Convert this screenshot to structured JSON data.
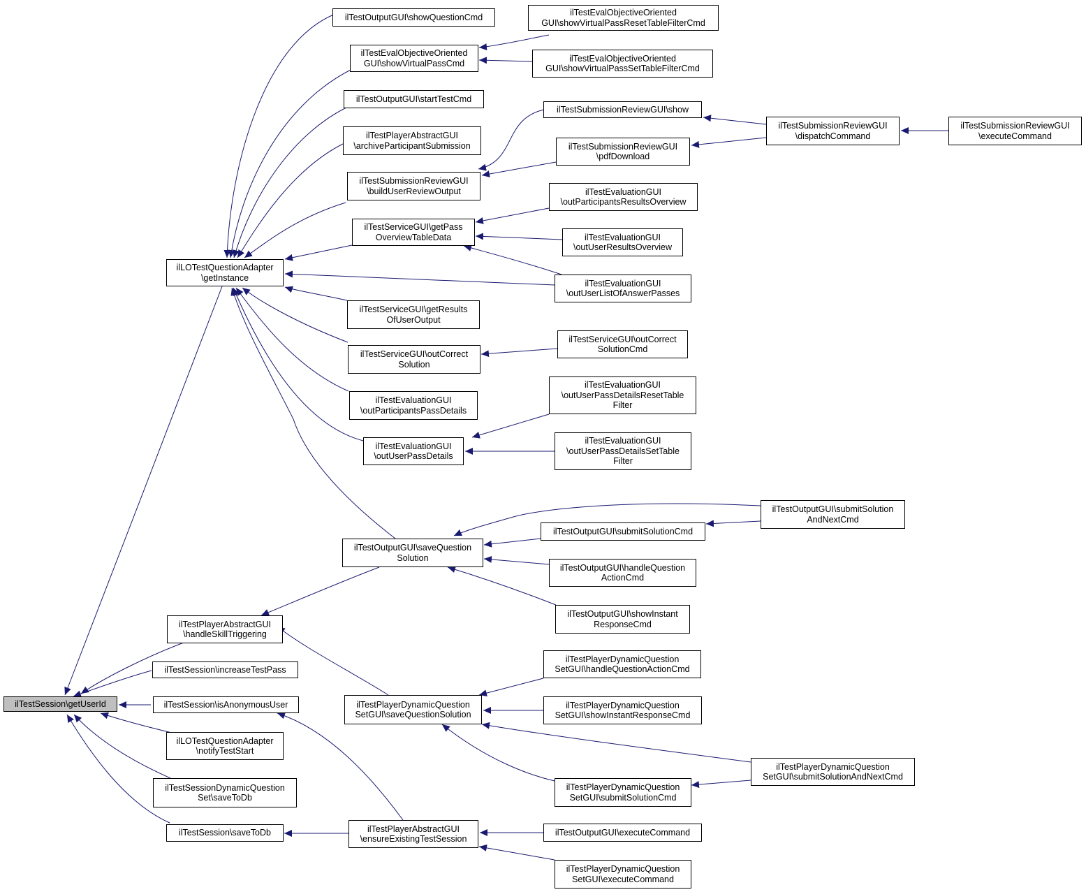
{
  "graph": {
    "focus_node": "ilTestSession\\getUserId",
    "edge_color": "#191970",
    "focus_fill": "#bfbfbf",
    "nodes": [
      {
        "id": "getUserId",
        "lines": [
          "ilTestSession\\getUserId"
        ]
      },
      {
        "id": "getInstance",
        "lines": [
          "ilLOTestQuestionAdapter",
          "\\getInstance"
        ]
      },
      {
        "id": "handleSkillTriggering",
        "lines": [
          "ilTestPlayerAbstractGUI",
          "\\handleSkillTriggering"
        ]
      },
      {
        "id": "increaseTestPass",
        "lines": [
          "ilTestSession\\increaseTestPass"
        ]
      },
      {
        "id": "isAnonymousUser",
        "lines": [
          "ilTestSession\\isAnonymousUser"
        ]
      },
      {
        "id": "notifyTestStart",
        "lines": [
          "ilLOTestQuestionAdapter",
          "\\notifyTestStart"
        ]
      },
      {
        "id": "dynSaveToDb",
        "lines": [
          "ilTestSessionDynamicQuestion",
          "Set\\saveToDb"
        ]
      },
      {
        "id": "saveToDb",
        "lines": [
          "ilTestSession\\saveToDb"
        ]
      },
      {
        "id": "showQuestionCmd",
        "lines": [
          "ilTestOutputGUI\\showQuestionCmd"
        ]
      },
      {
        "id": "showVirtualPassCmd",
        "lines": [
          "ilTestEvalObjectiveOriented",
          "GUI\\showVirtualPassCmd"
        ]
      },
      {
        "id": "startTestCmd",
        "lines": [
          "ilTestOutputGUI\\startTestCmd"
        ]
      },
      {
        "id": "archiveParticipantSubmission",
        "lines": [
          "ilTestPlayerAbstractGUI",
          "\\archiveParticipantSubmission"
        ]
      },
      {
        "id": "buildUserReviewOutput",
        "lines": [
          "ilTestSubmissionReviewGUI",
          "\\buildUserReviewOutput"
        ]
      },
      {
        "id": "getPassOverviewTableData",
        "lines": [
          "ilTestServiceGUI\\getPass",
          "OverviewTableData"
        ]
      },
      {
        "id": "getResultsOfUserOutput",
        "lines": [
          "ilTestServiceGUI\\getResults",
          "OfUserOutput"
        ]
      },
      {
        "id": "outCorrectSolution",
        "lines": [
          "ilTestServiceGUI\\outCorrect",
          "Solution"
        ]
      },
      {
        "id": "outParticipantsPassDetails",
        "lines": [
          "ilTestEvaluationGUI",
          "\\outParticipantsPassDetails"
        ]
      },
      {
        "id": "outUserPassDetails",
        "lines": [
          "ilTestEvaluationGUI",
          "\\outUserPassDetails"
        ]
      },
      {
        "id": "saveQuestionSolution",
        "lines": [
          "ilTestOutputGUI\\saveQuestion",
          "Solution"
        ]
      },
      {
        "id": "dynSaveQuestionSolution",
        "lines": [
          "ilTestPlayerDynamicQuestion",
          "SetGUI\\saveQuestionSolution"
        ]
      },
      {
        "id": "ensureExistingTestSession",
        "lines": [
          "ilTestPlayerAbstractGUI",
          "\\ensureExistingTestSession"
        ]
      },
      {
        "id": "showVirtualPassResetTableFilterCmd",
        "lines": [
          "ilTestEvalObjectiveOriented",
          "GUI\\showVirtualPassResetTableFilterCmd"
        ]
      },
      {
        "id": "showVirtualPassSetTableFilterCmd",
        "lines": [
          "ilTestEvalObjectiveOriented",
          "GUI\\showVirtualPassSetTableFilterCmd"
        ]
      },
      {
        "id": "reviewShow",
        "lines": [
          "ilTestSubmissionReviewGUI\\show"
        ]
      },
      {
        "id": "pdfDownload",
        "lines": [
          "ilTestSubmissionReviewGUI",
          "\\pdfDownload"
        ]
      },
      {
        "id": "outParticipantsResultsOverview",
        "lines": [
          "ilTestEvaluationGUI",
          "\\outParticipantsResultsOverview"
        ]
      },
      {
        "id": "outUserResultsOverview",
        "lines": [
          "ilTestEvaluationGUI",
          "\\outUserResultsOverview"
        ]
      },
      {
        "id": "outUserListOfAnswerPasses",
        "lines": [
          "ilTestEvaluationGUI",
          "\\outUserListOfAnswerPasses"
        ]
      },
      {
        "id": "outCorrectSolutionCmd",
        "lines": [
          "ilTestServiceGUI\\outCorrect",
          "SolutionCmd"
        ]
      },
      {
        "id": "outUserPassDetailsResetTableFilter",
        "lines": [
          "ilTestEvaluationGUI",
          "\\outUserPassDetailsResetTable",
          "Filter"
        ]
      },
      {
        "id": "outUserPassDetailsSetTableFilter",
        "lines": [
          "ilTestEvaluationGUI",
          "\\outUserPassDetailsSetTable",
          "Filter"
        ]
      },
      {
        "id": "submitSolutionCmd",
        "lines": [
          "ilTestOutputGUI\\submitSolutionCmd"
        ]
      },
      {
        "id": "handleQuestionActionCmd",
        "lines": [
          "ilTestOutputGUI\\handleQuestion",
          "ActionCmd"
        ]
      },
      {
        "id": "showInstantResponseCmd",
        "lines": [
          "ilTestOutputGUI\\showInstant",
          "ResponseCmd"
        ]
      },
      {
        "id": "dynHandleQuestionActionCmd",
        "lines": [
          "ilTestPlayerDynamicQuestion",
          "SetGUI\\handleQuestionActionCmd"
        ]
      },
      {
        "id": "dynShowInstantResponseCmd",
        "lines": [
          "ilTestPlayerDynamicQuestion",
          "SetGUI\\showInstantResponseCmd"
        ]
      },
      {
        "id": "dynSubmitSolutionCmd",
        "lines": [
          "ilTestPlayerDynamicQuestion",
          "SetGUI\\submitSolutionCmd"
        ]
      },
      {
        "id": "outputExecuteCommand",
        "lines": [
          "ilTestOutputGUI\\executeCommand"
        ]
      },
      {
        "id": "dynExecuteCommand",
        "lines": [
          "ilTestPlayerDynamicQuestion",
          "SetGUI\\executeCommand"
        ]
      },
      {
        "id": "reviewDispatchCommand",
        "lines": [
          "ilTestSubmissionReviewGUI",
          "\\dispatchCommand"
        ]
      },
      {
        "id": "submitSolutionAndNextCmd",
        "lines": [
          "ilTestOutputGUI\\submitSolution",
          "AndNextCmd"
        ]
      },
      {
        "id": "dynSubmitSolutionAndNextCmd",
        "lines": [
          "ilTestPlayerDynamicQuestion",
          "SetGUI\\submitSolutionAndNextCmd"
        ]
      },
      {
        "id": "reviewExecuteCommand",
        "lines": [
          "ilTestSubmissionReviewGUI",
          "\\executeCommand"
        ]
      }
    ]
  }
}
